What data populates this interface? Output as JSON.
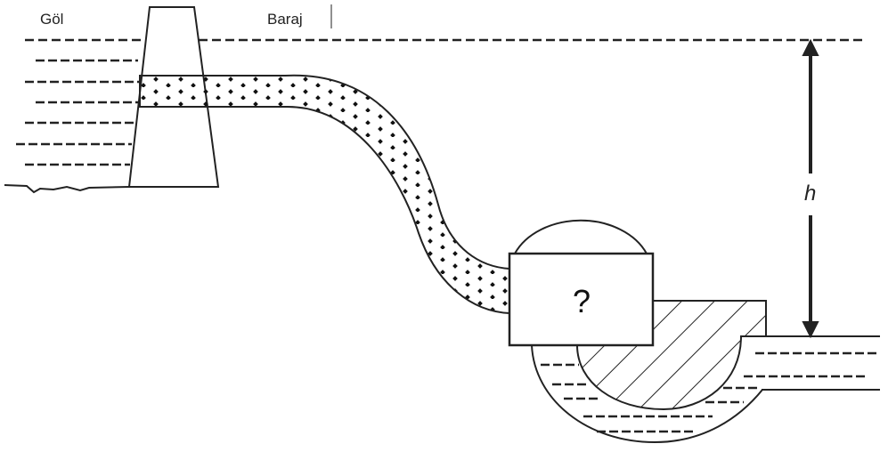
{
  "labels": {
    "lake": "Göl",
    "dam": "Baraj",
    "height": "h",
    "unknown": "?"
  },
  "colors": {
    "line": "#222222",
    "background": "#ffffff"
  }
}
